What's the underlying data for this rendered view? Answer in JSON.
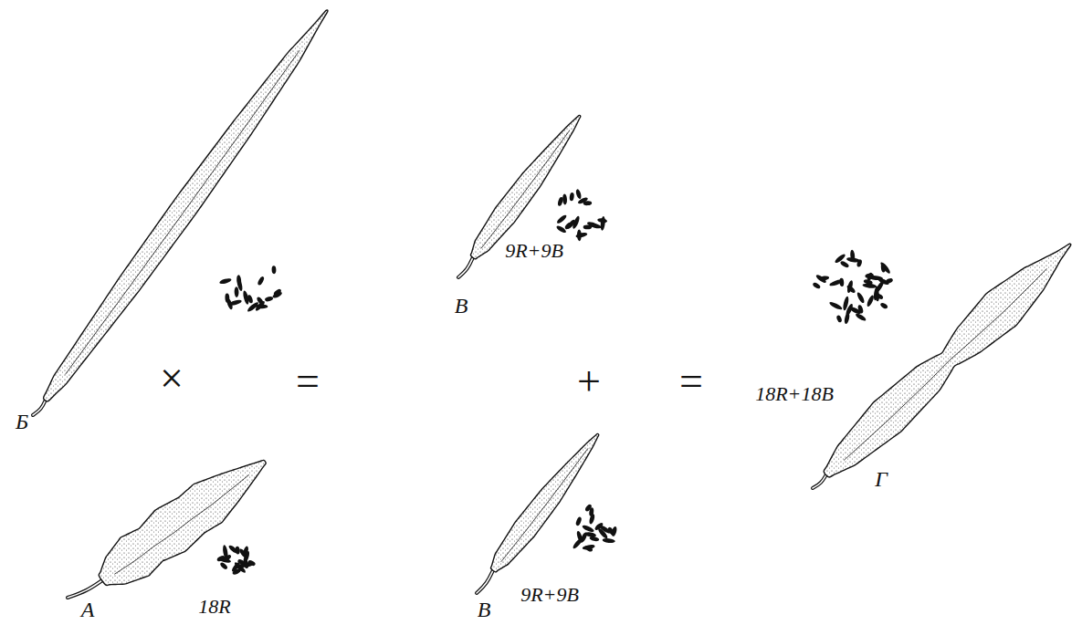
{
  "diagram": {
    "labels": [
      "В",
      "9R+9B",
      "Б",
      "×",
      "=",
      "+",
      "=",
      "18R+18B",
      "Г",
      "В",
      "9R+9B",
      "А",
      "18R"
    ]
  }
}
